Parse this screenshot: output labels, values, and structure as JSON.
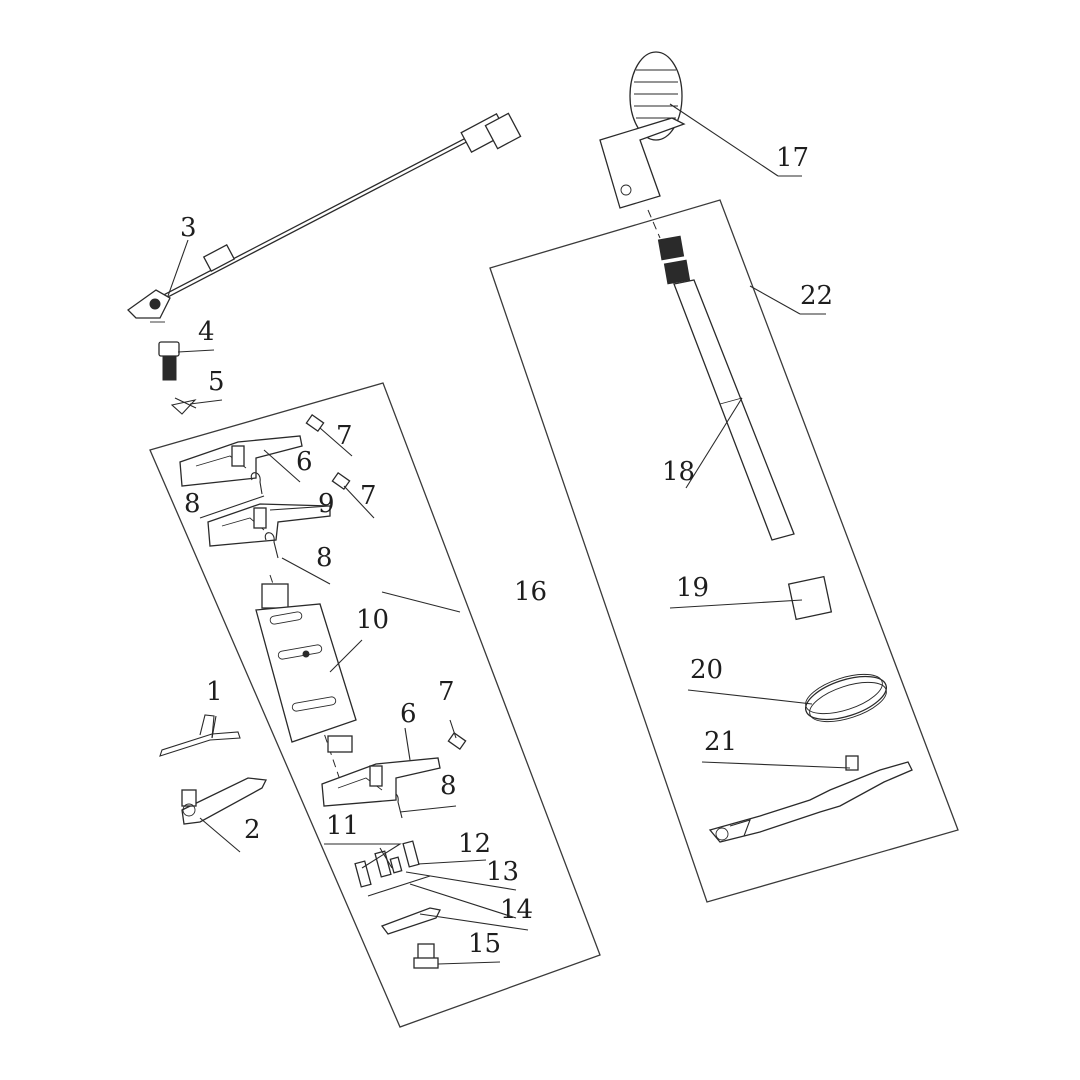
{
  "diagram": {
    "callouts": {
      "p1": "1",
      "p2": "2",
      "p3": "3",
      "p4": "4",
      "p5": "5",
      "p6a": "6",
      "p6b": "6",
      "p7a": "7",
      "p7b": "7",
      "p7c": "7",
      "p8a": "8",
      "p8b": "8",
      "p8c": "8",
      "p9": "9",
      "p10": "10",
      "p11": "11",
      "p12": "12",
      "p13": "13",
      "p14": "14",
      "p15": "15",
      "p16": "16",
      "p17": "17",
      "p18": "18",
      "p19": "19",
      "p20": "20",
      "p21": "21",
      "p22": "22"
    }
  }
}
